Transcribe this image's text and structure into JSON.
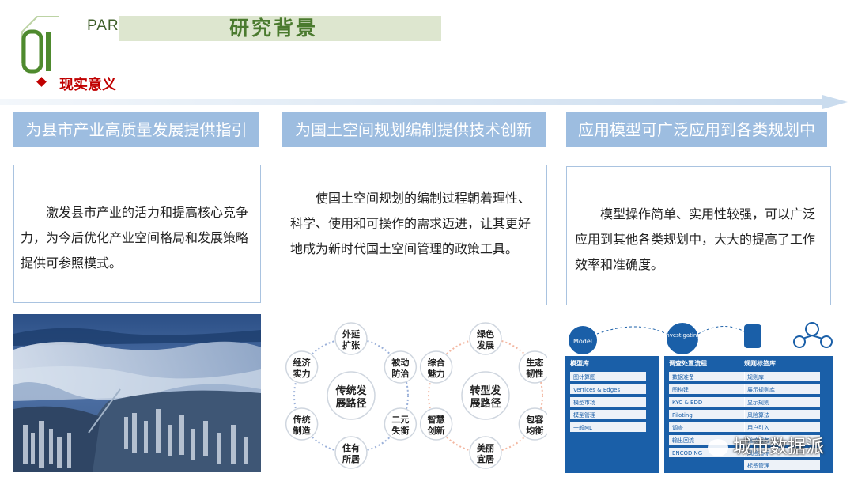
{
  "header": {
    "part_label": "PART",
    "part_number": "01",
    "title": "研究背景",
    "subtitle": "现实意义"
  },
  "columns": [
    {
      "heading": "为县市产业高质量发展提供指引",
      "body": "激发县市产业的活力和提高核心竞争力，为今后优化产业空间格局和发展策略提供可参照模式。"
    },
    {
      "heading": "为国土空间规划编制提供技术创新",
      "body": "使国土空间规划的编制过程朝着理性、科学、使用和可操作的需求迈进，让其更好地成为新时代国土空间管理的政策工具。"
    },
    {
      "heading": "应用模型可广泛应用到各类规划中",
      "body": "模型操作简单、实用性较强，可以广泛应用到其他各类规划中，大大的提高了工作效率和准确度。"
    }
  ],
  "traditional_path": {
    "center": "传统发展路径",
    "nodes": [
      "外延扩张",
      "被动防治",
      "二元失衡",
      "住有所居",
      "传统制造",
      "经济实力"
    ]
  },
  "transition_path": {
    "center": "转型发展路径",
    "nodes": [
      "绿色发展",
      "生态韧性",
      "包容均衡",
      "美丽宜居",
      "智慧创新",
      "综合魅力"
    ]
  },
  "model_diagram": {
    "stages": [
      "Model",
      "Investigating"
    ],
    "panels": [
      {
        "title": "模型库",
        "items": [
          "图计算图",
          "Vertices & Edges",
          "模型市场",
          "模型管理",
          "一般ML"
        ]
      },
      {
        "title": "调查处置流程",
        "items": [
          "数据准备",
          "图构建",
          "KYC & EDD",
          "Piloting",
          "调查",
          "输出回流",
          "ENCODING"
        ]
      },
      {
        "title": "规则标签库",
        "items": [
          "规则库",
          "展示规则库",
          "显示规则",
          "风险算法",
          "用户引入",
          "指纹服务",
          "风险指标",
          "标签管理"
        ]
      }
    ]
  },
  "watermark": "城市数据派",
  "colors": {
    "accent_green": "#4a7a2e",
    "accent_red": "#c00000",
    "column_blue": "#9dbde0",
    "diagram_blue": "#1a5fa8"
  }
}
